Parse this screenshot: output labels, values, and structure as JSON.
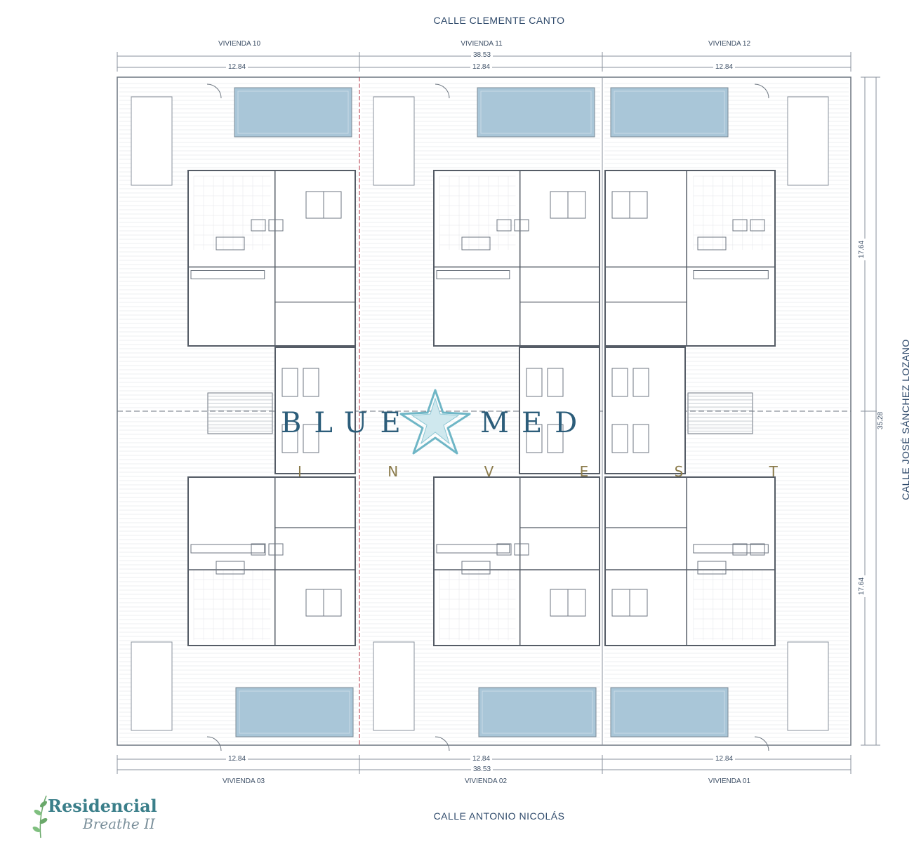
{
  "streets": {
    "north": "CALLE CLEMENTE CANTO",
    "south": "CALLE ANTONIO NICOLÁS",
    "east": "CALLE JOSÉ SÁNCHEZ LOZANO"
  },
  "viviendas": {
    "top": [
      "VIVIENDA 10",
      "VIVIENDA 11",
      "VIVIENDA 12"
    ],
    "bottom": [
      "VIVIENDA 03",
      "VIVIENDA 02",
      "VIVIENDA 01"
    ]
  },
  "dimensions": {
    "total_width": "38.53",
    "unit_width": "12.84",
    "total_depth": "35.28",
    "half_depth": "17.64"
  },
  "logo": {
    "left": "BLUE",
    "right": "MED",
    "sub": "I N V E S T"
  },
  "brand": {
    "line1": "Residencial",
    "line2": "Breathe II"
  },
  "colors": {
    "line": "#8a929c",
    "pool": "#a9c6d8",
    "accent": "#b03040",
    "text": "#2f4a6b"
  }
}
